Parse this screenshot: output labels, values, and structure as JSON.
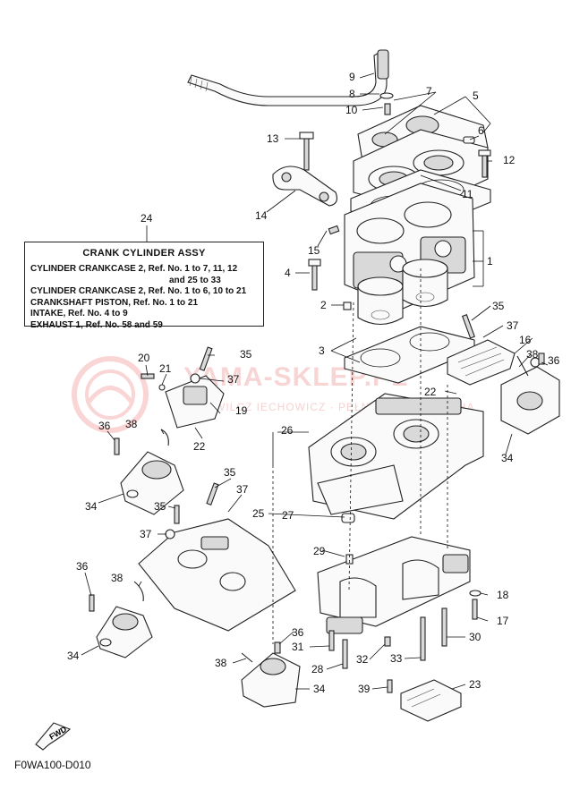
{
  "info_box": {
    "callout": "24",
    "title": "CRANK CYLINDER ASSY",
    "lines": [
      "CYLINDER CRANKCASE 2,  Ref. No. 1 to 7, 11, 12",
      "and 25 to 33",
      "CYLINDER CRANKCASE 2,  Ref. No. 1 to 6, 10 to 21",
      "CRANKSHAFT PISTON,  Ref. No. 1 to 21",
      "INTAKE,          Ref. No. 4 to 9",
      "EXHAUST 1,  Ref. No. 58 and 59"
    ]
  },
  "watermark": {
    "brand": "YAMA-SKLEP.PL",
    "sub": "WILCZ  IECHOWICZ · PEŁNE PARTS    YAMAHA"
  },
  "diagram_code": "F0WA100-D010",
  "fwd_label": "FWD",
  "callouts": {
    "c1": "1",
    "c2": "2",
    "c3": "3",
    "c4": "4",
    "c5": "5",
    "c6": "6",
    "c7": "7",
    "c8": "8",
    "c9": "9",
    "c10": "10",
    "c11": "11",
    "c12": "12",
    "c13": "13",
    "c14": "14",
    "c15": "15",
    "c16": "16",
    "c17": "17",
    "c18": "18",
    "c19": "19",
    "c20": "20",
    "c21": "21",
    "c22a": "22",
    "c22b": "22",
    "c23": "23",
    "c25": "25",
    "c26": "26",
    "c27": "27",
    "c28": "28",
    "c29": "29",
    "c30": "30",
    "c31": "31",
    "c32": "32",
    "c33": "33",
    "c34a": "34",
    "c34b": "34",
    "c34c": "34",
    "c34d": "34",
    "c35a": "35",
    "c35b": "35",
    "c35c": "35",
    "c35d": "35",
    "c36a": "36",
    "c36b": "36",
    "c36c": "36",
    "c36d": "36",
    "c37a": "37",
    "c37b": "37",
    "c37c": "37",
    "c37d": "37",
    "c38a": "38",
    "c38b": "38",
    "c38c": "38",
    "c38d": "38",
    "c39": "39"
  }
}
